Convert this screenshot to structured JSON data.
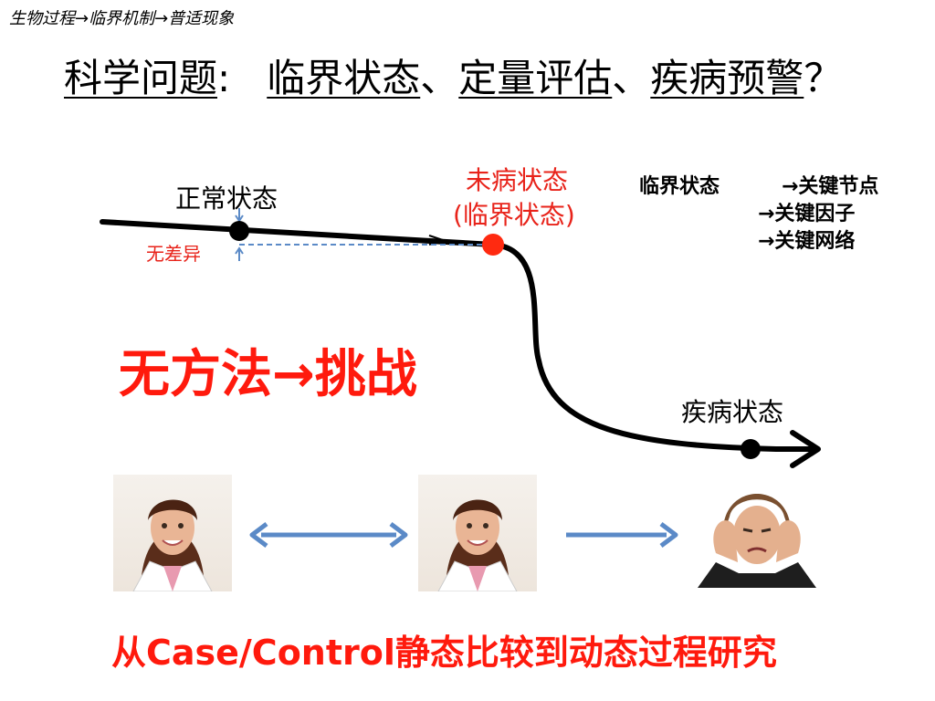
{
  "breadcrumb": "生物过程→临界机制→普适现象",
  "title": {
    "prefix": "科学问题",
    "colon": ":",
    "item1": "临界状态",
    "sep1": "、",
    "item2": "定量评估",
    "sep2": "、",
    "item3": "疾病预警",
    "qmark": "？"
  },
  "states": {
    "normal": "正常状态",
    "pre_disease_line1": "未病状态",
    "pre_disease_line2": "(临界状态)",
    "disease": "疾病状态",
    "no_difference": "无差异"
  },
  "critical": {
    "label": "临界状态",
    "factors": [
      "→关键节点",
      "→关键因子",
      "→关键网络"
    ]
  },
  "challenge": "无方法→挑战",
  "banner": "从Case/Control静态比较到动态过程研究",
  "colors": {
    "accent_red": "#e8231a",
    "arrow_blue": "#5b8ac7",
    "curve_black": "#000000"
  },
  "icons": [
    "doctor-photo",
    "doctor-photo",
    "headache-photo",
    "double-arrow-icon",
    "right-arrow-icon"
  ]
}
